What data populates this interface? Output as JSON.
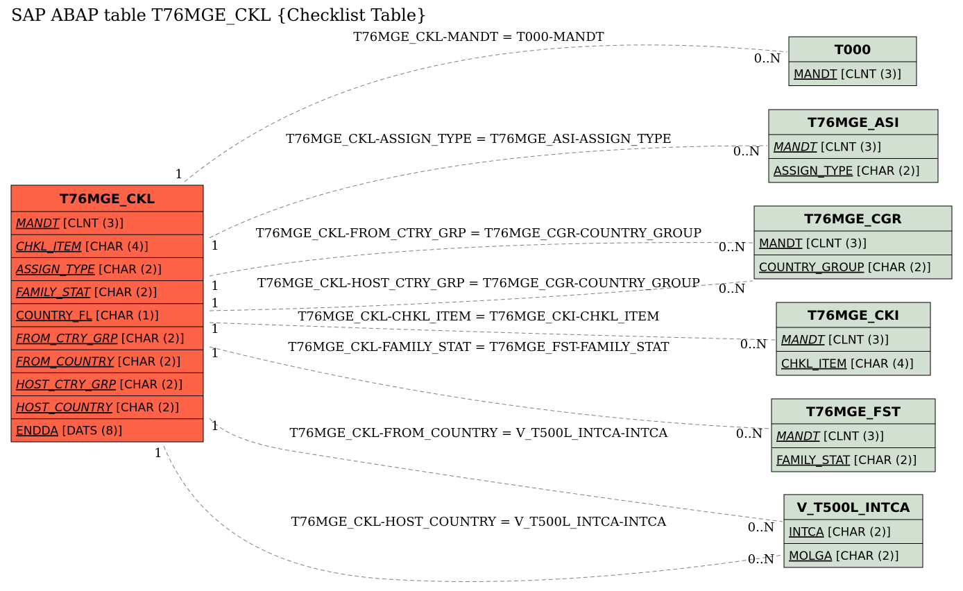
{
  "title": "SAP ABAP table T76MGE_CKL {Checklist Table}",
  "colors": {
    "main_fill": "#ff6347",
    "ref_fill": "#d1e0d1",
    "border": "#000000",
    "edge": "#808080",
    "text": "#000000"
  },
  "main_table": {
    "name": "T76MGE_CKL",
    "fields": [
      {
        "name": "MANDT",
        "type": "[CLNT (3)]",
        "key": true,
        "foreign": true
      },
      {
        "name": "CHKL_ITEM",
        "type": "[CHAR (4)]",
        "key": true,
        "foreign": true
      },
      {
        "name": "ASSIGN_TYPE",
        "type": "[CHAR (2)]",
        "key": true,
        "foreign": true
      },
      {
        "name": "FAMILY_STAT",
        "type": "[CHAR (2)]",
        "key": true,
        "foreign": true
      },
      {
        "name": "COUNTRY_FL",
        "type": "[CHAR (1)]",
        "key": true,
        "foreign": false
      },
      {
        "name": "FROM_CTRY_GRP",
        "type": "[CHAR (2)]",
        "key": true,
        "foreign": true
      },
      {
        "name": "FROM_COUNTRY",
        "type": "[CHAR (2)]",
        "key": true,
        "foreign": true
      },
      {
        "name": "HOST_CTRY_GRP",
        "type": "[CHAR (2)]",
        "key": true,
        "foreign": true
      },
      {
        "name": "HOST_COUNTRY",
        "type": "[CHAR (2)]",
        "key": true,
        "foreign": true
      },
      {
        "name": "ENDDA",
        "type": "[DATS (8)]",
        "key": true,
        "foreign": false
      }
    ]
  },
  "ref_tables": [
    {
      "name": "T000",
      "fields": [
        {
          "name": "MANDT",
          "type": "[CLNT (3)]",
          "key": true,
          "foreign": false
        }
      ]
    },
    {
      "name": "T76MGE_ASI",
      "fields": [
        {
          "name": "MANDT",
          "type": "[CLNT (3)]",
          "key": true,
          "foreign": true
        },
        {
          "name": "ASSIGN_TYPE",
          "type": "[CHAR (2)]",
          "key": true,
          "foreign": false
        }
      ]
    },
    {
      "name": "T76MGE_CGR",
      "fields": [
        {
          "name": "MANDT",
          "type": "[CLNT (3)]",
          "key": true,
          "foreign": false
        },
        {
          "name": "COUNTRY_GROUP",
          "type": "[CHAR (2)]",
          "key": true,
          "foreign": false
        }
      ]
    },
    {
      "name": "T76MGE_CKI",
      "fields": [
        {
          "name": "MANDT",
          "type": "[CLNT (3)]",
          "key": true,
          "foreign": true
        },
        {
          "name": "CHKL_ITEM",
          "type": "[CHAR (4)]",
          "key": true,
          "foreign": false
        }
      ]
    },
    {
      "name": "T76MGE_FST",
      "fields": [
        {
          "name": "MANDT",
          "type": "[CLNT (3)]",
          "key": true,
          "foreign": true
        },
        {
          "name": "FAMILY_STAT",
          "type": "[CHAR (2)]",
          "key": true,
          "foreign": false
        }
      ]
    },
    {
      "name": "V_T500L_INTCA",
      "fields": [
        {
          "name": "INTCA",
          "type": "[CHAR (2)]",
          "key": true,
          "foreign": false
        },
        {
          "name": "MOLGA",
          "type": "[CHAR (2)]",
          "key": true,
          "foreign": false
        }
      ]
    }
  ],
  "relations": [
    {
      "label": "T76MGE_CKL-MANDT = T000-MANDT",
      "from_card": "1",
      "to_card": "0..N"
    },
    {
      "label": "T76MGE_CKL-ASSIGN_TYPE = T76MGE_ASI-ASSIGN_TYPE",
      "from_card": "1",
      "to_card": "0..N"
    },
    {
      "label": "T76MGE_CKL-FROM_CTRY_GRP = T76MGE_CGR-COUNTRY_GROUP",
      "from_card": "1",
      "to_card": "0..N"
    },
    {
      "label": "T76MGE_CKL-HOST_CTRY_GRP = T76MGE_CGR-COUNTRY_GROUP",
      "from_card": "1",
      "to_card": "0..N"
    },
    {
      "label": "T76MGE_CKL-CHKL_ITEM = T76MGE_CKI-CHKL_ITEM",
      "from_card": "1",
      "to_card": "0..N"
    },
    {
      "label": "T76MGE_CKL-FAMILY_STAT = T76MGE_FST-FAMILY_STAT",
      "from_card": "1",
      "to_card": "0..N"
    },
    {
      "label": "T76MGE_CKL-FROM_COUNTRY = V_T500L_INTCA-INTCA",
      "from_card": "1",
      "to_card": "0..N"
    },
    {
      "label": "T76MGE_CKL-HOST_COUNTRY = V_T500L_INTCA-INTCA",
      "from_card": "1",
      "to_card": "0..N"
    }
  ]
}
